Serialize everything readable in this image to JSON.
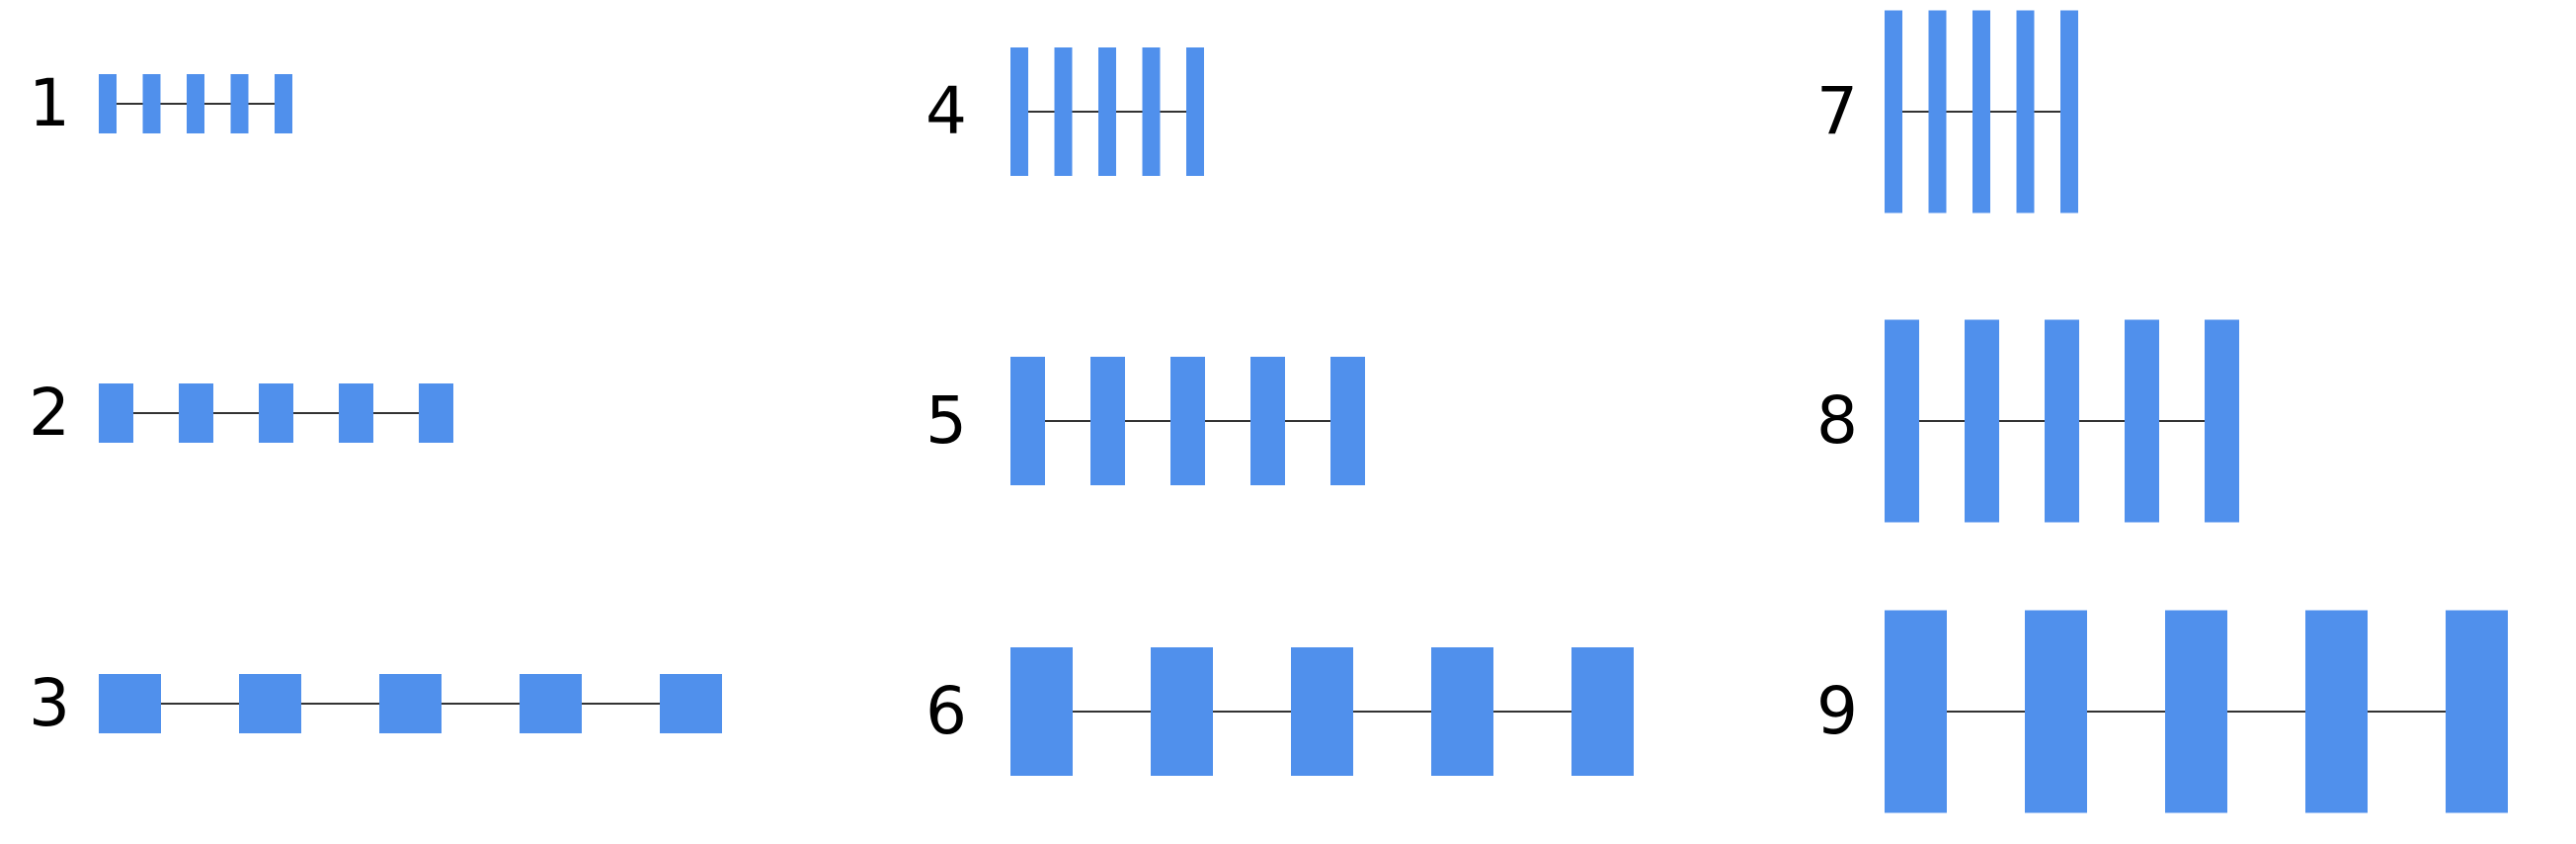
{
  "colors": {
    "bar": "#5090EC",
    "line": "#333333",
    "label": "#000000",
    "background": "#FFFFFF"
  },
  "diagram": {
    "bars_per_item": 5,
    "items": [
      {
        "label": "1",
        "col": 0,
        "row": 0,
        "bar_size": "thin",
        "bar_height": "short",
        "spacing": "tight"
      },
      {
        "label": "2",
        "col": 0,
        "row": 1,
        "bar_size": "medium",
        "bar_height": "short",
        "spacing": "medium"
      },
      {
        "label": "3",
        "col": 0,
        "row": 2,
        "bar_size": "wide",
        "bar_height": "short",
        "spacing": "wide"
      },
      {
        "label": "4",
        "col": 1,
        "row": 0,
        "bar_size": "thin",
        "bar_height": "medium",
        "spacing": "tight"
      },
      {
        "label": "5",
        "col": 1,
        "row": 1,
        "bar_size": "medium",
        "bar_height": "medium",
        "spacing": "medium"
      },
      {
        "label": "6",
        "col": 1,
        "row": 2,
        "bar_size": "wide",
        "bar_height": "medium",
        "spacing": "wide"
      },
      {
        "label": "7",
        "col": 2,
        "row": 0,
        "bar_size": "thin",
        "bar_height": "tall",
        "spacing": "tight"
      },
      {
        "label": "8",
        "col": 2,
        "row": 1,
        "bar_size": "medium",
        "bar_height": "tall",
        "spacing": "medium"
      },
      {
        "label": "9",
        "col": 2,
        "row": 2,
        "bar_size": "wide",
        "bar_height": "tall",
        "spacing": "wide"
      }
    ]
  }
}
